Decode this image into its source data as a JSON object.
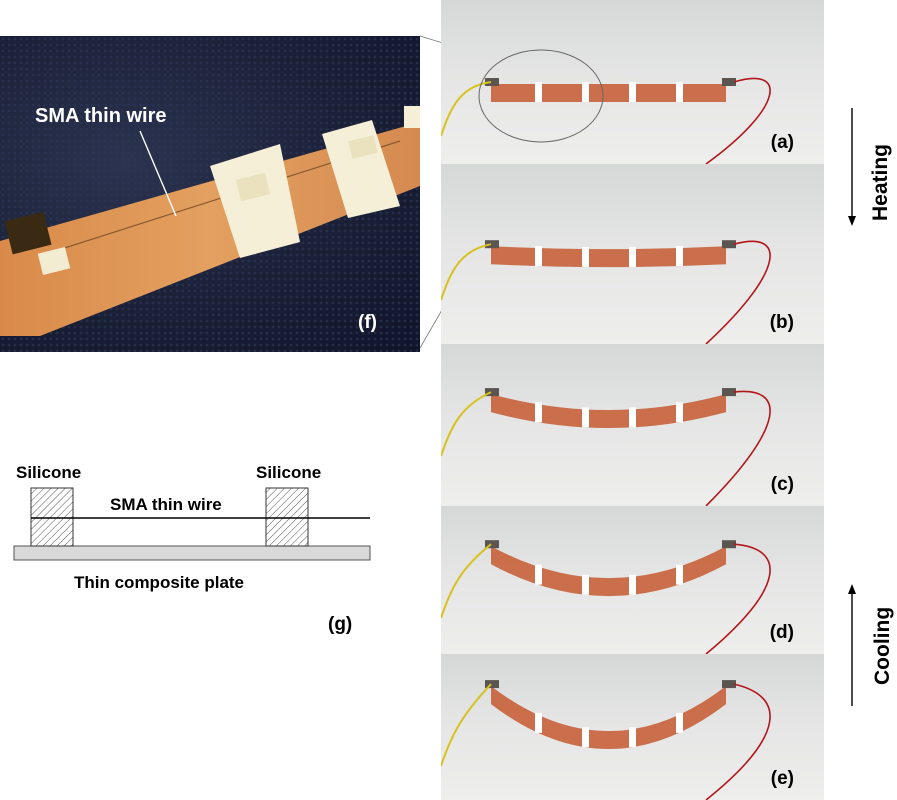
{
  "photo_f": {
    "label": "(f)",
    "annotation": "SMA thin wire"
  },
  "panels": [
    {
      "id": "a",
      "label": "(a)"
    },
    {
      "id": "b",
      "label": "(b)"
    },
    {
      "id": "c",
      "label": "(c)"
    },
    {
      "id": "d",
      "label": "(d)"
    },
    {
      "id": "e",
      "label": "(e)"
    }
  ],
  "side": {
    "heating": "Heating",
    "cooling": "Cooling"
  },
  "schematic": {
    "label": "(g)",
    "silicone_left": "Silicone",
    "silicone_right": "Silicone",
    "wire": "SMA thin wire",
    "plate": "Thin composite plate"
  },
  "colors": {
    "plate_orange": "#c8613a",
    "wire_red": "#b3161b",
    "wire_yellow": "#d8c21f",
    "fabric": "#1a2036"
  }
}
